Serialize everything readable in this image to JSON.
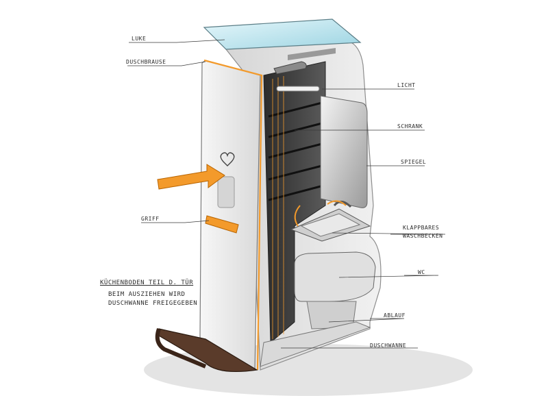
{
  "colors": {
    "accent": "#f39a2b",
    "body": "#e9e9e9",
    "body_dark": "#bdbdbd",
    "interior": "#3a3a3a",
    "glass": "#bfe6ef",
    "floor": "#5a3b2a"
  },
  "labels": {
    "luke": "Luke",
    "duschbrause": "Duschbrause",
    "licht": "Licht",
    "schrank": "Schrank",
    "spiegel": "Spiegel",
    "griff": "Griff",
    "waschbecken_1": "Klappbares",
    "waschbecken_2": "Waschbecken",
    "wc": "WC",
    "ablauf": "Ablauf",
    "duschwanne": "Duschwanne"
  },
  "note": {
    "line1": "Küchenboden teil d. Tür",
    "line2": "Beim Ausziehen wird",
    "line3": "Duschwanne freigegeben"
  },
  "icons": {
    "door_emblem": "heart-icon",
    "push_arrow": "arrow-right-icon"
  }
}
